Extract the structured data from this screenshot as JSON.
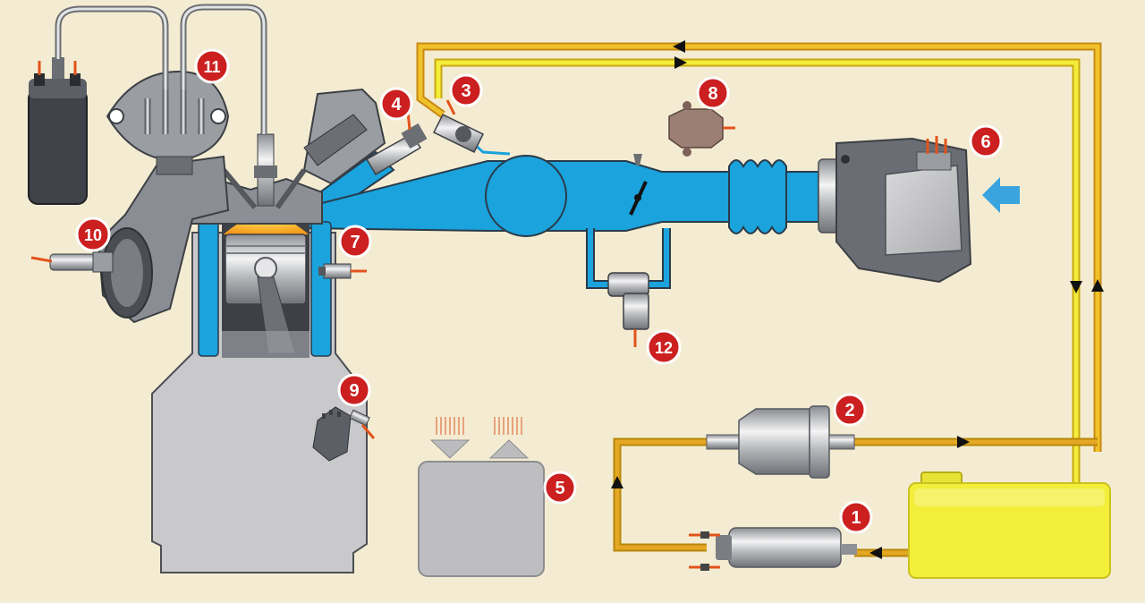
{
  "colors": {
    "background": "#f4ecd2",
    "air_intake": "#1aa3dc",
    "fuel_return": "#f0e02a",
    "fuel_supply": "#d9a21a",
    "engine_block": "#c9c9cb",
    "metal_dark": "#5b5f66",
    "marker_red": "#cc1f1f",
    "tank": "#f2ee3a",
    "ecu": "#bebec0",
    "wire": "#e2531c"
  },
  "labels": [
    "1",
    "2",
    "3",
    "4",
    "5",
    "6",
    "7",
    "8",
    "9",
    "10",
    "11",
    "12"
  ]
}
